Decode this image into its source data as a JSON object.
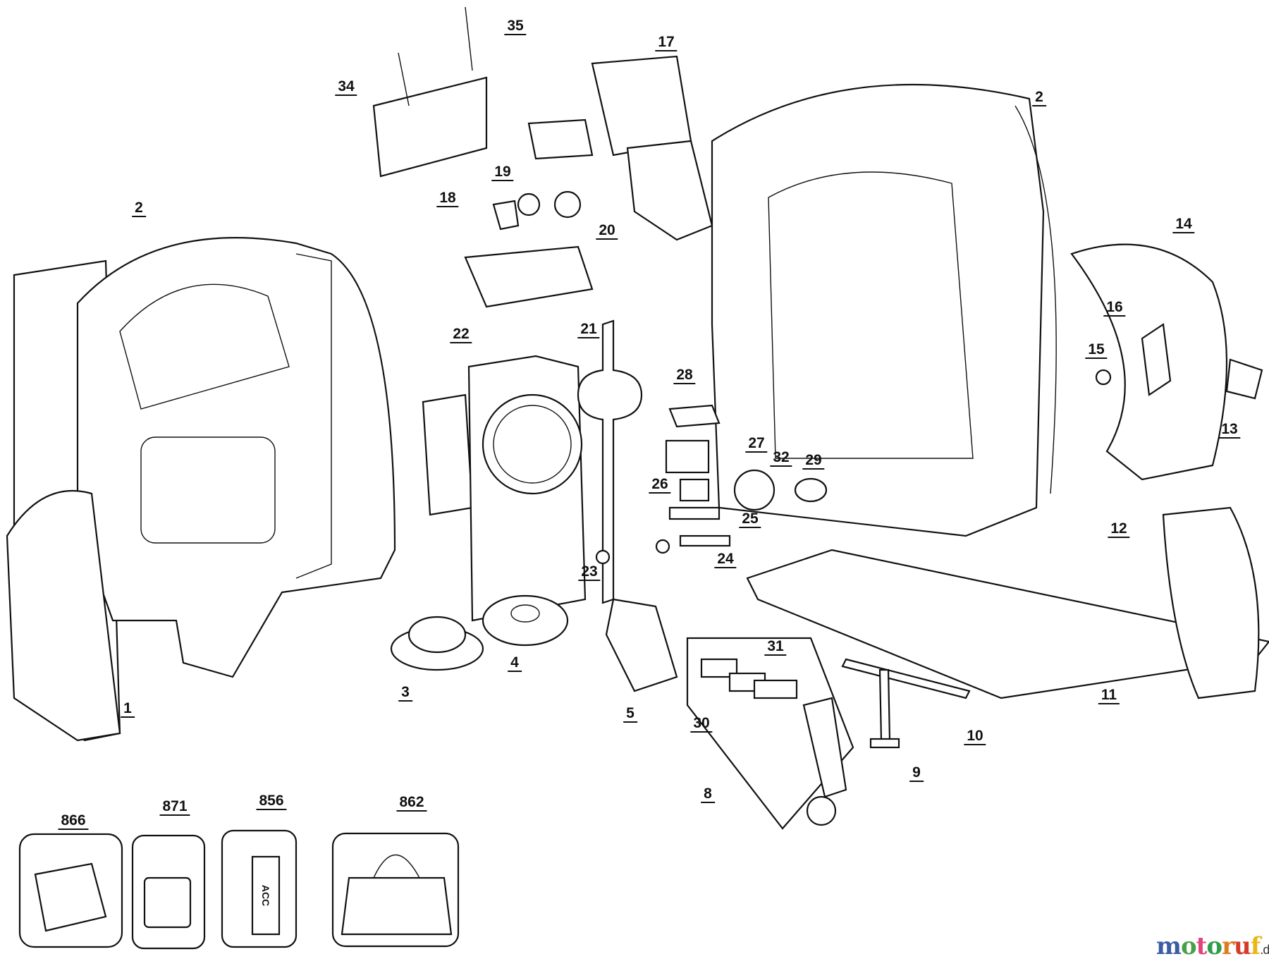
{
  "labels": [
    "35",
    "17",
    "34",
    "2",
    "19",
    "18",
    "2",
    "14",
    "20",
    "16",
    "21",
    "22",
    "15",
    "28",
    "27",
    "13",
    "32",
    "29",
    "26",
    "25",
    "12",
    "24",
    "23",
    "31",
    "3",
    "4",
    "5",
    "1",
    "11",
    "30",
    "10",
    "9",
    "8",
    "866",
    "871",
    "856",
    "862"
  ],
  "accessory_text": "ACC",
  "watermark": {
    "brand": "motoruf",
    "tld": ".de",
    "colors": [
      "#3b5ba5",
      "#4aa04a",
      "#e0447a",
      "#2e9e4a",
      "#e07a1e",
      "#d63a2a",
      "#e8b818"
    ]
  }
}
